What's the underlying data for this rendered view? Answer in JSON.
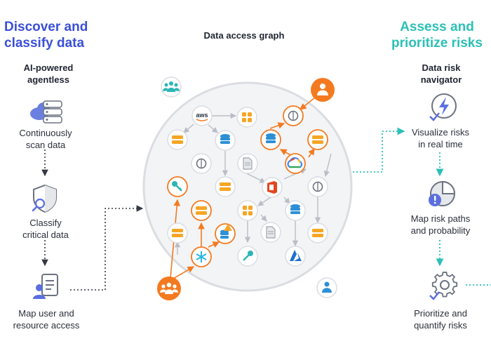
{
  "left": {
    "title_line1": "Discover and",
    "title_line2": "classify data",
    "subtitle_line1": "AI-powered",
    "subtitle_line2": "agentless",
    "steps": [
      {
        "line1": "Continuously",
        "line2": "scan data",
        "icon": "cloud-database-icon"
      },
      {
        "line1": "Classify",
        "line2": "critical data",
        "icon": "shield-search-icon"
      },
      {
        "line1": "Map user and",
        "line2": "resource access",
        "icon": "user-document-icon"
      }
    ]
  },
  "center": {
    "title": "Data access graph",
    "aws_label": "aws"
  },
  "right": {
    "title_line1": "Assess and",
    "title_line2": "prioritize risks",
    "subtitle_line1": "Data risk",
    "subtitle_line2": "navigator",
    "steps": [
      {
        "line1": "Visualize risks",
        "line2": "in real time",
        "icon": "lightning-circle-icon"
      },
      {
        "line1": "Map risk paths",
        "line2": "and probability",
        "icon": "pie-alert-icon"
      },
      {
        "line1": "Prioritize and",
        "line2": "quantify risks",
        "icon": "gear-check-icon"
      }
    ]
  },
  "colors": {
    "blue_title": "#3a4fd9",
    "teal": "#2cc0b6",
    "orange": "#f47a20",
    "node_border": "#d9dde2",
    "gray_arrow": "#b9bec6"
  }
}
